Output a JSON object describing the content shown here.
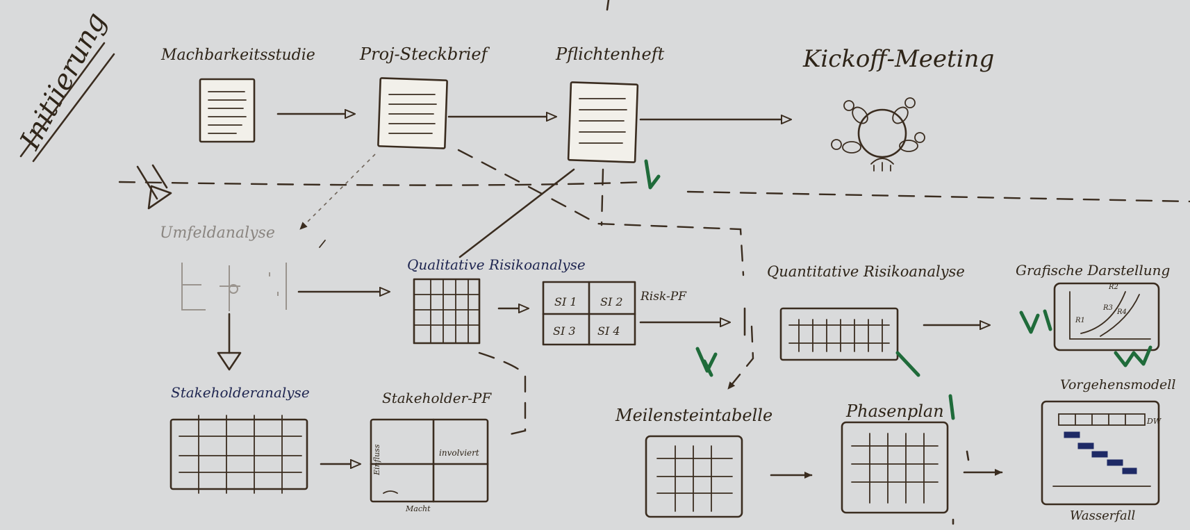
{
  "phase": {
    "label": "Initiierung"
  },
  "top_row": {
    "feasibility": "Machbarkeitsstudie",
    "project_brief": "Proj-Steckbrief",
    "specification": "Pflichtenheft",
    "kickoff": "Kickoff-Meeting"
  },
  "middle_row": {
    "environment": "Umfeldanalyse",
    "qualitative_risk": "Qualitative Risikoanalyse",
    "risk_matrix_cells": [
      "SI 1",
      "SI 2",
      "SI 3",
      "SI 4"
    ],
    "risk_pf": "Risk-PF",
    "quantitative_risk": "Quantitative Risikoanalyse",
    "graphic": "Grafische Darstellung",
    "graphic_points": [
      "R2",
      "R3",
      "R4",
      "R1"
    ]
  },
  "bottom_row": {
    "stakeholder_analysis": "Stakeholderanalyse",
    "stakeholder_pf": "Stakeholder-PF",
    "pf_axis_y": "Einfluss",
    "pf_axis_x": "Macht",
    "pf_quadrant": "involviert",
    "milestones": "Meilensteintabelle",
    "phase_plan": "Phasenplan",
    "process_model": "Vorgehensmodell",
    "waterfall": "Wasserfall",
    "process_header_tag": "DW"
  }
}
